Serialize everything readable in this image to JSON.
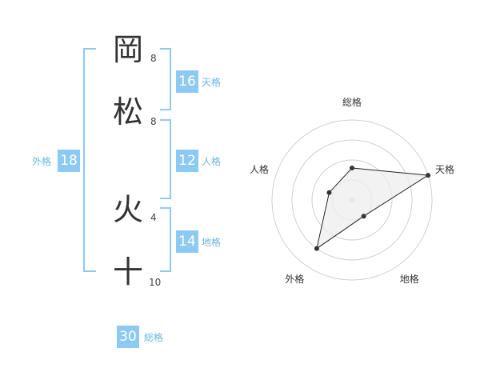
{
  "name": {
    "characters": [
      {
        "char": "岡",
        "strokes": "8"
      },
      {
        "char": "松",
        "strokes": "8"
      },
      {
        "char": "火",
        "strokes": "4"
      },
      {
        "char": "十",
        "strokes": "10"
      }
    ]
  },
  "kaku": {
    "tenkaku": {
      "value": "16",
      "label": "天格"
    },
    "jinkaku": {
      "value": "12",
      "label": "人格"
    },
    "chikaku": {
      "value": "14",
      "label": "地格"
    },
    "gaikaku": {
      "value": "18",
      "label": "外格"
    },
    "soukaku": {
      "value": "30",
      "label": "総格"
    }
  },
  "colors": {
    "accent": "#8dcaf3",
    "accent_text": "#6cb5e6",
    "char": "#333333",
    "radar_fill": "#eeeeee",
    "radar_line": "#222222",
    "ring": "#d0d0d0"
  },
  "chart_data": {
    "type": "radar",
    "axes": [
      "総格",
      "天格",
      "地格",
      "外格",
      "人格"
    ],
    "values": [
      0.4,
      1.0,
      0.25,
      0.75,
      0.3
    ],
    "rings": 4,
    "max": 1.0
  }
}
